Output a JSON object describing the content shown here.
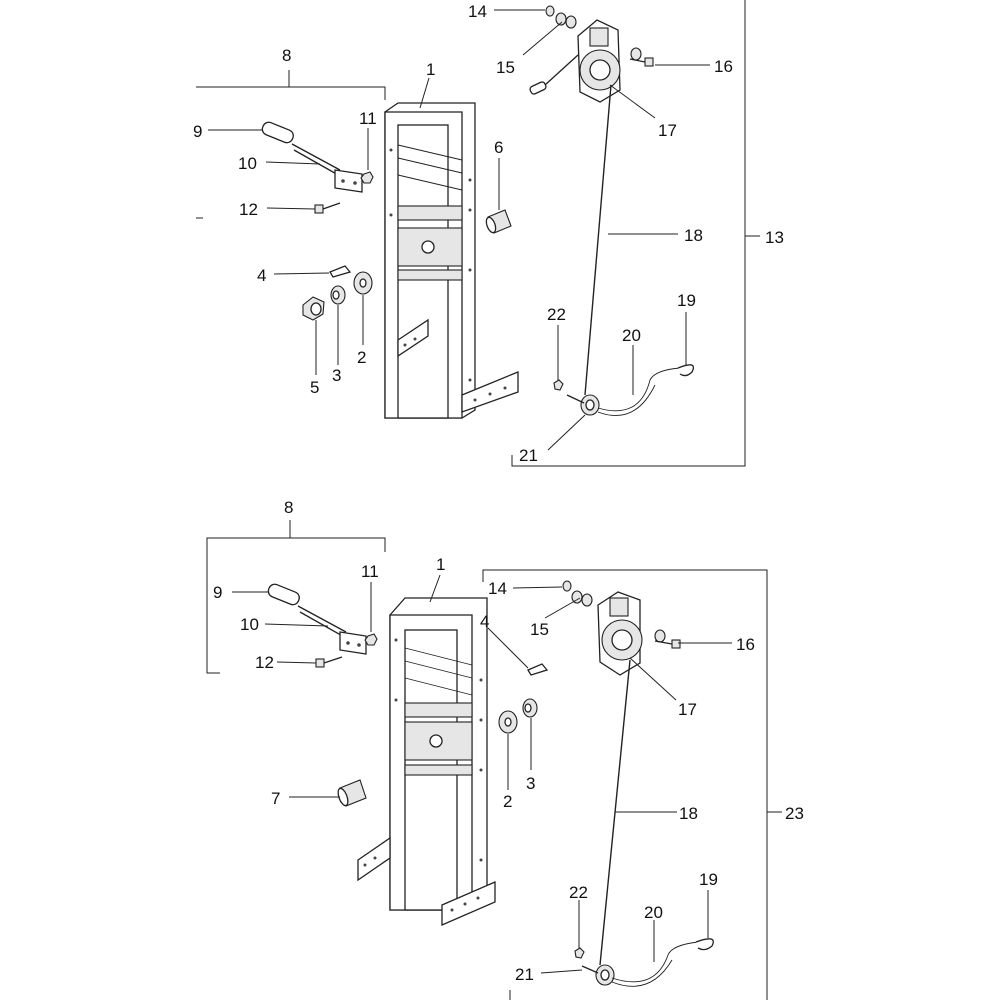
{
  "diagrams": [
    {
      "labels": [
        "14",
        "15",
        "16",
        "17",
        "8",
        "1",
        "11",
        "9",
        "10",
        "6",
        "12",
        "18",
        "13",
        "4",
        "19",
        "22",
        "20",
        "2",
        "3",
        "5",
        "21"
      ]
    },
    {
      "labels": [
        "8",
        "1",
        "11",
        "9",
        "10",
        "14",
        "4",
        "15",
        "16",
        "12",
        "17",
        "3",
        "2",
        "7",
        "18",
        "23",
        "19",
        "22",
        "20",
        "21"
      ]
    }
  ]
}
